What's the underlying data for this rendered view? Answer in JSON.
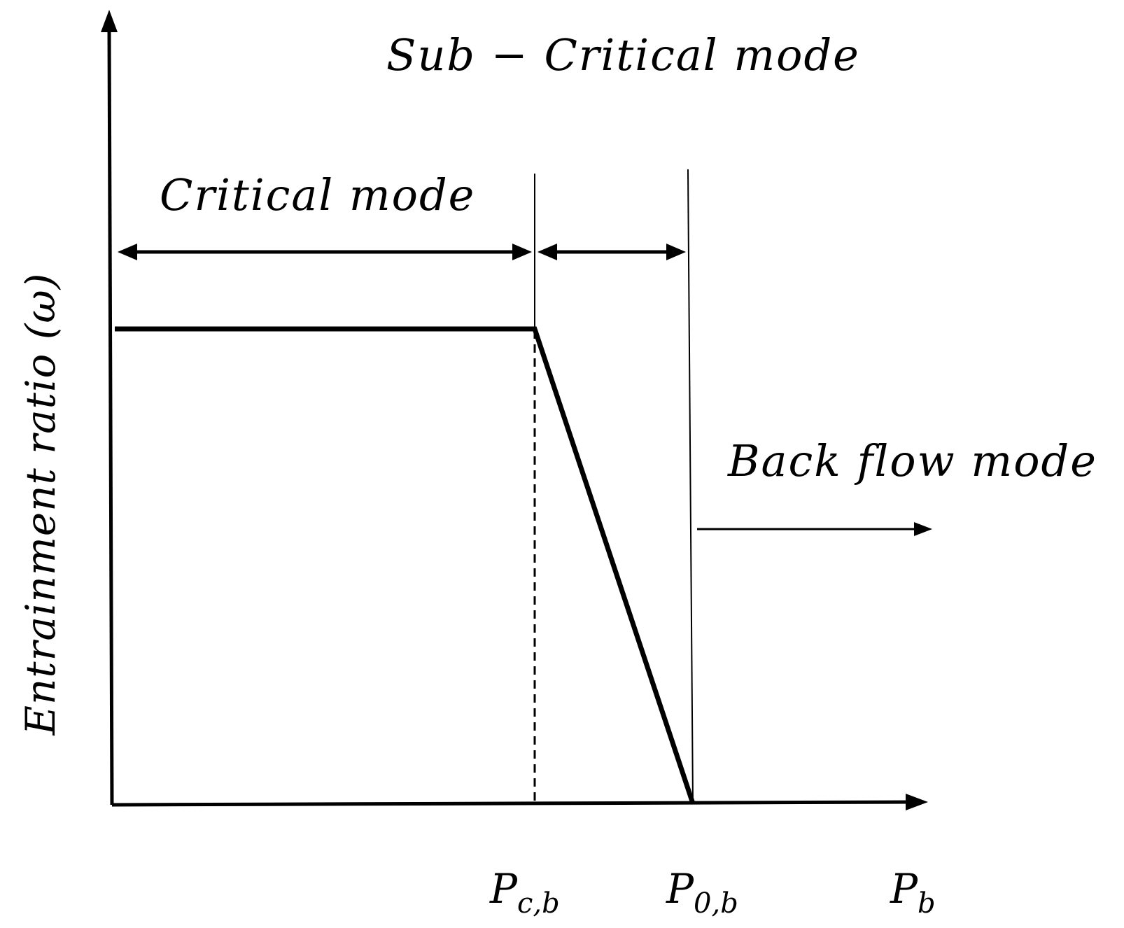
{
  "labels": {
    "sub_critical_mode": "Sub − Critical mode",
    "critical_mode": "Critical mode",
    "back_flow_mode": "Back flow mode"
  },
  "axes": {
    "y_label": "Entrainment ratio (ω)",
    "x_ticks": [
      {
        "main": "P",
        "sub": "c,b"
      },
      {
        "main": "P",
        "sub": "0,b"
      },
      {
        "main": "P",
        "sub": "b"
      }
    ]
  },
  "colors": {
    "ink": "#000000",
    "background": "#ffffff"
  }
}
